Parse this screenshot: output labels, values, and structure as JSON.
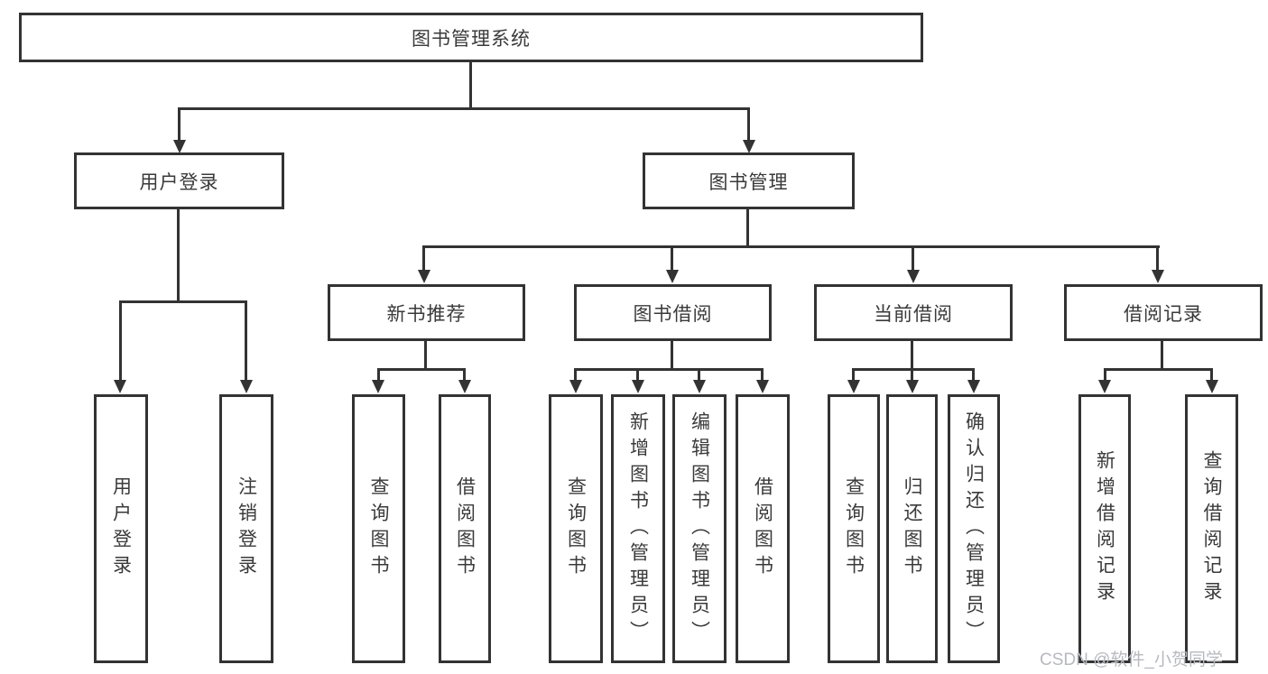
{
  "tree": {
    "root": {
      "label": "图书管理系统"
    },
    "branches": [
      {
        "label": "用户登录",
        "children": [
          {
            "label": "用户登录"
          },
          {
            "label": "注销登录"
          }
        ]
      },
      {
        "label": "图书管理",
        "children": [
          {
            "label": "新书推荐",
            "children": [
              {
                "label": "查询图书"
              },
              {
                "label": "借阅图书"
              }
            ]
          },
          {
            "label": "图书借阅",
            "children": [
              {
                "label": "查询图书"
              },
              {
                "label": "新增图书（管理员）"
              },
              {
                "label": "编辑图书（管理员）"
              },
              {
                "label": "借阅图书"
              }
            ]
          },
          {
            "label": "当前借阅",
            "children": [
              {
                "label": "查询图书"
              },
              {
                "label": "归还图书"
              },
              {
                "label": "确认归还（管理员）"
              }
            ]
          },
          {
            "label": "借阅记录",
            "children": [
              {
                "label": "新增借阅记录"
              },
              {
                "label": "查询借阅记录"
              }
            ]
          }
        ]
      }
    ]
  },
  "watermark": {
    "text": "CSDN @软件_小贺同学"
  },
  "colors": {
    "line": "#333333",
    "text": "#3a3a3a",
    "watermark": "#b6b9c0",
    "background": "#ffffff"
  }
}
